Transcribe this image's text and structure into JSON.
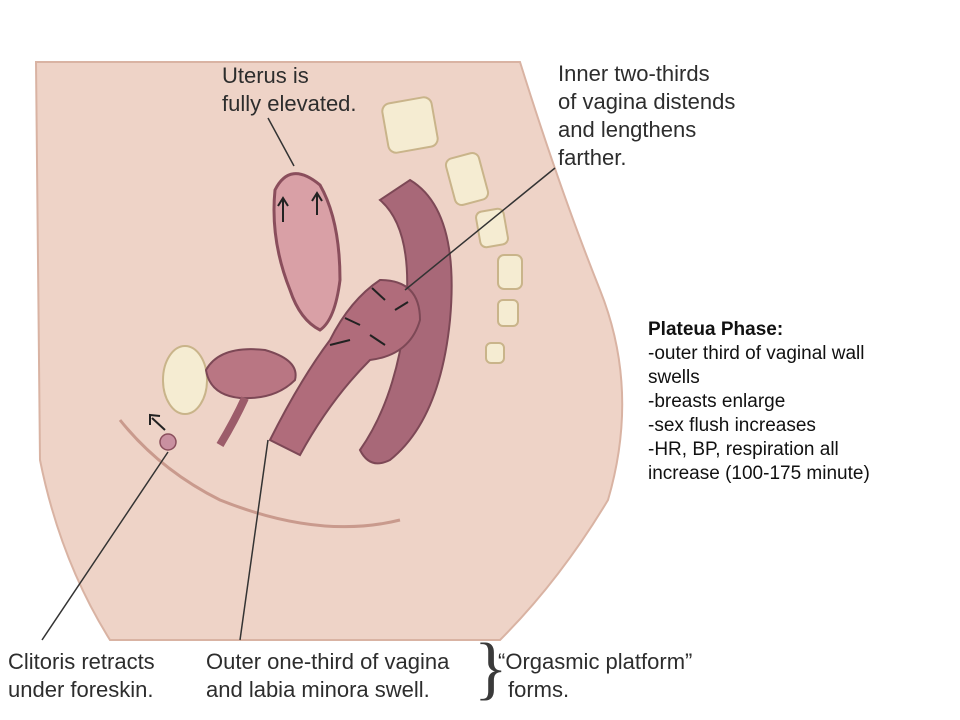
{
  "labels": {
    "uterus": [
      "Uterus is",
      "fully elevated."
    ],
    "inner_vagina": [
      "Inner two-thirds",
      "of vagina distends",
      "and lengthens",
      "farther."
    ],
    "clitoris": [
      "Clitoris retracts",
      "under foreskin."
    ],
    "outer_vagina": [
      "Outer one-third of vagina",
      "and labia minora swell."
    ],
    "orgasmic_platform": [
      "“Orgasmic platform”",
      "forms."
    ]
  },
  "note": {
    "title": "Plateua Phase:",
    "lines": [
      "-outer third of vaginal wall",
      "swells",
      "-breasts enlarge",
      "-sex flush increases",
      "-HR, BP, respiration all",
      "increase (100-175 minute)"
    ]
  },
  "colors": {
    "skin": "#eed3c7",
    "tissue": "#a86878",
    "tissue_light": "#d9a0a6",
    "bone": "#f5ecd2",
    "leader_line": "#333333"
  }
}
